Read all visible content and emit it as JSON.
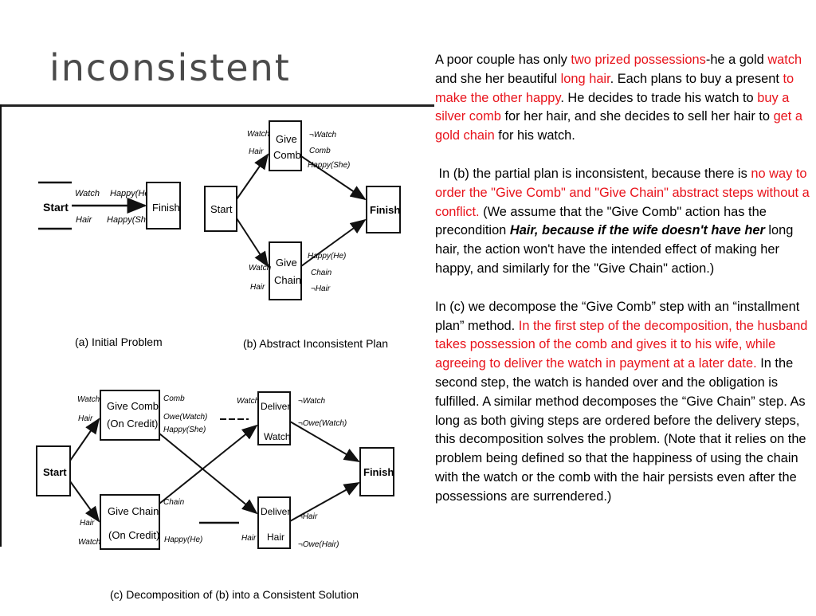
{
  "slide": {
    "title": "inconsistent"
  },
  "diagram": {
    "a": {
      "caption": "(a) Initial Problem",
      "start": "Start",
      "finish": "Finish",
      "pre1": "Watch",
      "pre2": "Hair",
      "goal1": "Happy(He)",
      "goal2": "Happy(She)"
    },
    "b": {
      "caption": "(b) Abstract Inconsistent Plan",
      "start": "Start",
      "finish": "Finish",
      "comb_line1": "Give",
      "comb_line2": "Comb",
      "chain_line1": "Give",
      "chain_line2": "Chain",
      "comb_pre1": "Watch",
      "comb_pre2": "Hair",
      "comb_eff1": "¬Watch",
      "comb_eff2": "Comb",
      "comb_eff3": "Happy(She)",
      "chain_pre1": "Watch",
      "chain_pre2": "Hair",
      "chain_eff1": "Happy(He)",
      "chain_eff2": "Chain",
      "chain_eff3": "¬Hair"
    },
    "c": {
      "caption": "(c) Decomposition of (b) into a Consistent Solution",
      "start": "Start",
      "finish": "Finish",
      "comb_line1": "Give Comb",
      "comb_line2": "(On Credit)",
      "chain_line1": "Give Chain",
      "chain_line2": "(On Credit)",
      "dw_line1": "Deliver",
      "dw_line2": "Watch",
      "dh_line1": "Deliver",
      "dh_line2": "Hair",
      "comb_pre1": "Watch",
      "comb_pre2": "Hair",
      "comb_eff1": "Comb",
      "comb_eff2": "Owe(Watch)",
      "comb_eff3": "Happy(She)",
      "chain_pre1": "Hair",
      "chain_pre2": "Watch",
      "chain_eff1": "Chain",
      "chain_eff2": "Happy(He)",
      "dw_pre": "Watch",
      "dw_eff1": "¬Watch",
      "dw_eff2": "¬Owe(Watch)",
      "dh_pre": "Hair",
      "dh_eff1": "¬Hair",
      "dh_eff2": "¬Owe(Hair)"
    }
  },
  "text": {
    "p1": [
      {
        "t": "A poor couple has only ",
        "c": ""
      },
      {
        "t": "two prized possessions",
        "c": "red"
      },
      {
        "t": "-he a gold ",
        "c": ""
      },
      {
        "t": "watch",
        "c": "red"
      },
      {
        "t": " and she her beautiful ",
        "c": ""
      },
      {
        "t": "long hair",
        "c": "red"
      },
      {
        "t": ". Each plans to buy a present ",
        "c": ""
      },
      {
        "t": "to make the other happy",
        "c": "red"
      },
      {
        "t": ". He decides to trade his watch to ",
        "c": ""
      },
      {
        "t": "buy a silver comb",
        "c": "red"
      },
      {
        "t": " for her hair, and she decides to sell her hair to ",
        "c": ""
      },
      {
        "t": "get a gold chain",
        "c": "red"
      },
      {
        "t": " for his watch.",
        "c": ""
      }
    ],
    "p2": [
      {
        "t": " In (b) the partial plan is inconsistent, because there is ",
        "c": ""
      },
      {
        "t": "no way to order the \"Give Comb\" and \"Give Chain\" abstract steps without a conflict.",
        "c": "red"
      },
      {
        "t": " (We assume that the \"Give Comb\" action has the precondition ",
        "c": ""
      },
      {
        "t": "Hair, because if the wife doesn't have her",
        "c": "bi"
      },
      {
        "t": " long hair, the action won't have the intended effect of making her happy, and similarly for the \"Give Chain\" action.)",
        "c": ""
      }
    ],
    "p3": [
      {
        "t": "In (c) we decompose the “Give Comb” step with an “installment plan” method. ",
        "c": ""
      },
      {
        "t": "In the first step of the decomposition, the husband takes possession of the comb and gives it to his wife, while agreeing to deliver the watch in payment at a later date.",
        "c": "red"
      },
      {
        "t": " In the second step, the watch is handed over and the obligation is fulfilled. A similar method decomposes the “Give Chain” step. As long as both giving steps are ordered before the delivery steps, this decomposition solves the problem. (Note that it relies on the problem being defined so that the happiness of using the chain with the watch or the comb with the hair persists even after the possessions are surrendered.)",
        "c": ""
      }
    ]
  }
}
